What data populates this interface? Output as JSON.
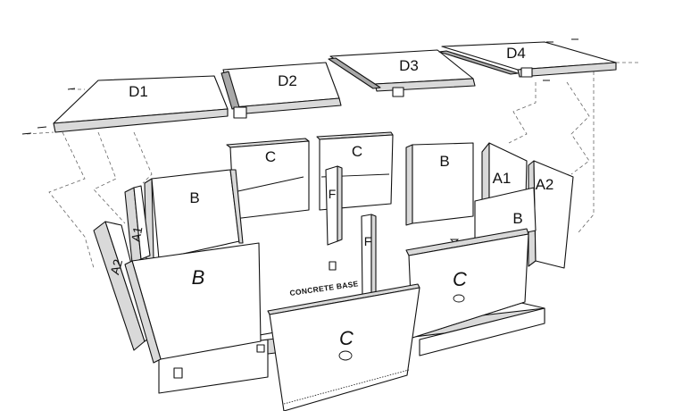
{
  "panels": {
    "d1": "D1",
    "d2": "D2",
    "d3": "D3",
    "d4": "D4",
    "c_back_left": "C",
    "c_back_right": "C",
    "c_front_right": "C",
    "c_front": "C",
    "b_left_back": "B",
    "b_left_front": "B",
    "b_right_back": "B",
    "b_right_front": "B",
    "a1_left": "A1",
    "a2_left": "A2",
    "a1_right": "A1",
    "a2_right": "A2",
    "f_back": "F",
    "f_front": "F"
  },
  "base_label": "CONCRETE BASE"
}
